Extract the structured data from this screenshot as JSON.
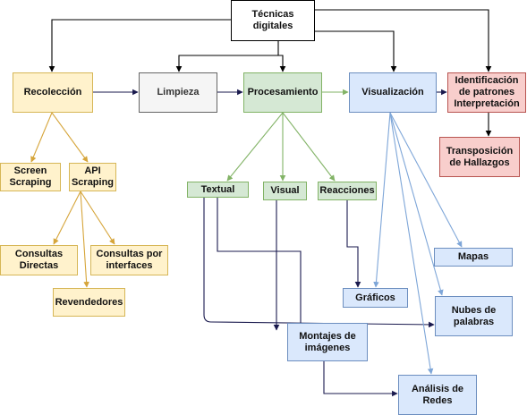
{
  "nodes": {
    "tecnicas": "Técnicas\ndigitales",
    "recoleccion": "Recolección",
    "limpieza": "Limpieza",
    "procesamiento": "Procesamiento",
    "visualizacion": "Visualización",
    "identificacion": "Identificación\nde patrones\nInterpretación",
    "transposicion": "Transposición\nde Hallazgos",
    "screen_scraping": "Screen\nScraping",
    "api_scraping": "API\nScraping",
    "consultas_directas": "Consultas\nDirectas",
    "consultas_interfaces": "Consultas por\ninterfaces",
    "revendedores": "Revendedores",
    "textual": "Textual",
    "visual": "Visual",
    "reacciones": "Reacciones",
    "mapas": "Mapas",
    "graficos": "Gráficos",
    "nubes": "Nubes de\npalabras",
    "montajes": "Montajes de\nimágenes",
    "analisis_redes": "Análisis de\nRedes"
  },
  "colors": {
    "yellow_fill": "#fff2cc",
    "yellow_stroke": "#d6b656",
    "green_fill": "#d5e8d4",
    "green_stroke": "#82b366",
    "blue_fill": "#dae8fc",
    "blue_stroke": "#6c8ebf",
    "red_fill": "#f8cecc",
    "red_stroke": "#b85450",
    "gray_fill": "#f5f5f5",
    "navy_edge": "#1a1a4e"
  }
}
